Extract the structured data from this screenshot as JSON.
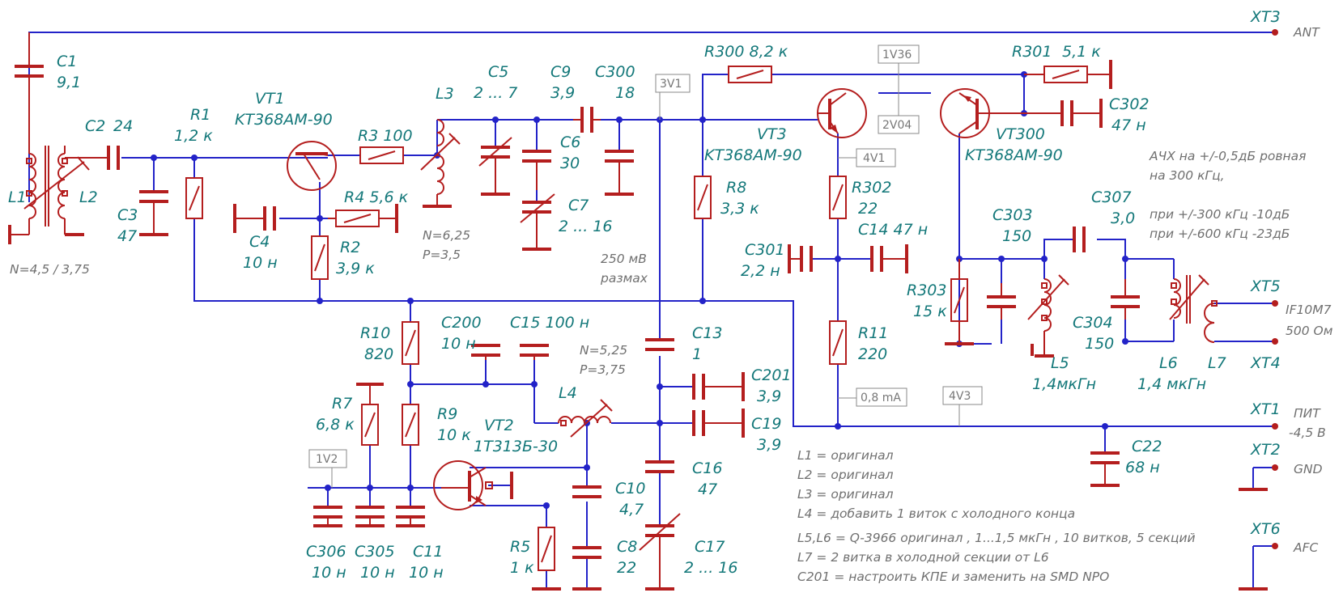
{
  "diagram": {
    "colors": {
      "wire": "#2323c8",
      "part": "#b41e1e",
      "label": "#14787a",
      "note": "#707070"
    },
    "components": [
      {
        "ref": "C1",
        "value": "9,1"
      },
      {
        "ref": "C2",
        "value": "24"
      },
      {
        "ref": "C3",
        "value": "47"
      },
      {
        "ref": "L1",
        "value": "L1"
      },
      {
        "ref": "L2",
        "value": "L2"
      },
      {
        "ref": "R1",
        "value": "1,2 к"
      },
      {
        "ref": "VT1",
        "value": "KT368AM-90"
      },
      {
        "ref": "R3",
        "value": "R3 100"
      },
      {
        "ref": "R4",
        "value": "R4 5,6 к"
      },
      {
        "ref": "C4",
        "value": "10 н"
      },
      {
        "ref": "R2",
        "value": "3,9 к"
      },
      {
        "ref": "L3",
        "value": "L3"
      },
      {
        "ref": "C5",
        "value": "2 ... 7"
      },
      {
        "ref": "C9",
        "value": "3,9"
      },
      {
        "ref": "C300",
        "value": "18"
      },
      {
        "ref": "C6",
        "value": "30"
      },
      {
        "ref": "C7",
        "value": "2 ... 16"
      },
      {
        "ref": "R300",
        "value": "R300 8,2 к"
      },
      {
        "ref": "R301",
        "value": "5,1 к"
      },
      {
        "ref": "VT3",
        "value": "KT368AM-90"
      },
      {
        "ref": "VT300",
        "value": "KT368AM-90"
      },
      {
        "ref": "C302",
        "value": "47 н"
      },
      {
        "ref": "R8",
        "value": "3,3 к"
      },
      {
        "ref": "R302",
        "value": "22"
      },
      {
        "ref": "C14",
        "value": "C14 47 н"
      },
      {
        "ref": "C301",
        "value": "2,2 н"
      },
      {
        "ref": "R11",
        "value": "220"
      },
      {
        "ref": "R303",
        "value": "15 к"
      },
      {
        "ref": "C303",
        "value": "150"
      },
      {
        "ref": "C307",
        "value": "3,0"
      },
      {
        "ref": "C304",
        "value": "150"
      },
      {
        "ref": "L5",
        "value": "1,4мкГн"
      },
      {
        "ref": "L6",
        "value": "1,4 мкГн"
      },
      {
        "ref": "L7",
        "value": "L7"
      },
      {
        "ref": "R10",
        "value": "820"
      },
      {
        "ref": "C200",
        "value": "10 н"
      },
      {
        "ref": "C15",
        "value": "C15 100 н"
      },
      {
        "ref": "C13",
        "value": "1"
      },
      {
        "ref": "C201",
        "value": "3,9"
      },
      {
        "ref": "C19",
        "value": "3,9"
      },
      {
        "ref": "C16",
        "value": "47"
      },
      {
        "ref": "C17",
        "value": "2 ... 16"
      },
      {
        "ref": "L4",
        "value": "L4"
      },
      {
        "ref": "R7",
        "value": "6,8 к"
      },
      {
        "ref": "R9",
        "value": "10 к"
      },
      {
        "ref": "VT2",
        "value": "1T313Б-30"
      },
      {
        "ref": "C10",
        "value": "4,7"
      },
      {
        "ref": "C8",
        "value": "22"
      },
      {
        "ref": "R5",
        "value": "1 к"
      },
      {
        "ref": "C306",
        "value": "10 н"
      },
      {
        "ref": "C305",
        "value": "10 н"
      },
      {
        "ref": "C11",
        "value": "10 н"
      },
      {
        "ref": "C22",
        "value": "68 н"
      }
    ],
    "connectors": [
      {
        "ref": "XT3",
        "name": "ANT"
      },
      {
        "ref": "XT5",
        "name": "IF10M7"
      },
      {
        "ref": "XT4",
        "name": "500 Ом"
      },
      {
        "ref": "XT1",
        "name": "ПИТ"
      },
      {
        "ref": "XT1b",
        "name": "-4,5 В"
      },
      {
        "ref": "XT2",
        "name": "GND"
      },
      {
        "ref": "XT6",
        "name": "AFC"
      }
    ],
    "test_points": [
      "1V36",
      "3V1",
      "2V04",
      "4V1",
      "0,8 mA",
      "4V3",
      "1V2"
    ],
    "winding_notes": {
      "l1l2": "N=4,5 / 3,75",
      "l3_n": "N=6,25",
      "l3_p": "P=3,5",
      "l4_n": "N=5,25",
      "l4_p": "P=3,75",
      "swing_1": "250 мВ",
      "swing_2": "размах"
    },
    "response_notes": [
      "АЧХ на +/-0,5дБ ровная",
      "на 300 кГц,",
      "при +/-300 кГц -10дБ",
      "при +/-600 кГц -23дБ"
    ],
    "footnotes": [
      "L1  = оригинал",
      "L2  = оригинал",
      "L3  = оригинал",
      "L4  = добавить 1 виток с холодного конца",
      "L5,L6 = Q-3966 оригинал  , 1...1,5 мкГн , 10 витков, 5 секций",
      "L7 = 2 витка в холодной секции от L6",
      "C201 = настроить КПЕ и заменить на SMD NPO"
    ]
  }
}
